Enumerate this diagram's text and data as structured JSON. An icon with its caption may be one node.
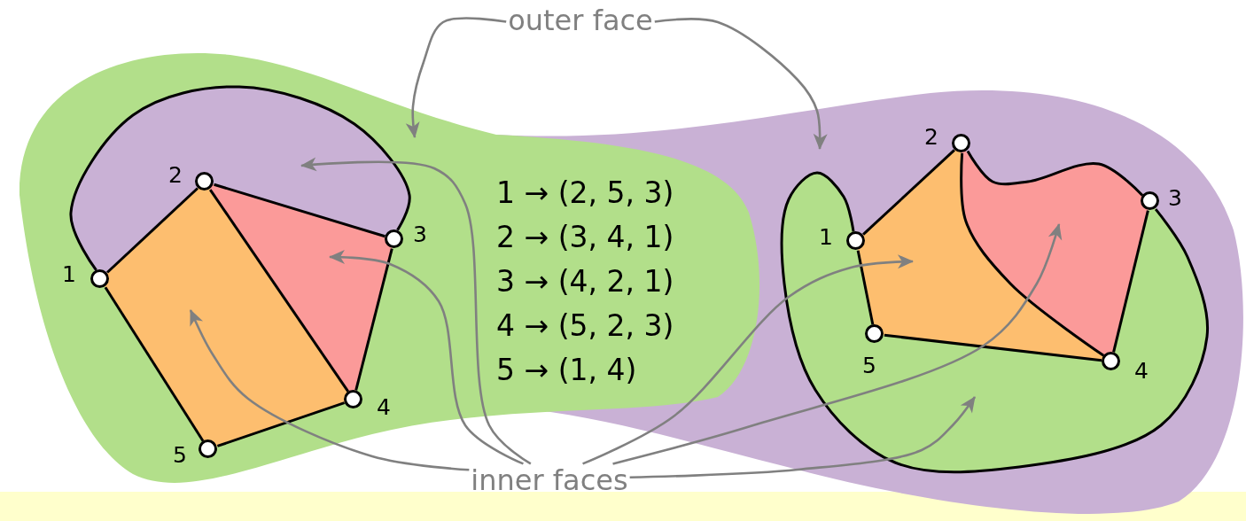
{
  "diagram": {
    "nodes": [
      {
        "text": [
          "outer face"
        ]
      },
      {
        "text": [],
        "shape": "circle",
        "beside": [
          "1"
        ]
      },
      {
        "text": [],
        "shape": "circle",
        "beside": [
          "2"
        ]
      },
      {
        "text": [],
        "shape": "circle",
        "beside": [
          "3"
        ]
      },
      {
        "text": [],
        "shape": "circle",
        "beside": [
          "4"
        ]
      },
      {
        "text": [],
        "shape": "circle",
        "beside": [
          "5"
        ]
      },
      {
        "text": [],
        "shape": "circle",
        "beside": [
          "1"
        ]
      },
      {
        "text": [],
        "shape": "circle",
        "beside": [
          "2"
        ]
      },
      {
        "text": [],
        "shape": "circle",
        "beside": [
          "3"
        ]
      },
      {
        "text": [],
        "shape": "circle",
        "beside": [
          "4"
        ]
      },
      {
        "text": [],
        "shape": "circle",
        "beside": [
          "5"
        ]
      },
      {
        "text": [
          "inner faces"
        ]
      }
    ],
    "edges": [
      {
        "from": 1,
        "to": 2,
        "arrow": "none"
      },
      {
        "from": 2,
        "to": 3,
        "arrow": "none"
      },
      {
        "from": 3,
        "to": 4,
        "arrow": "none"
      },
      {
        "from": 2,
        "to": 4,
        "arrow": "none"
      },
      {
        "from": 4,
        "to": 5,
        "arrow": "none"
      },
      {
        "from": 5,
        "to": 1,
        "arrow": "none"
      },
      {
        "from": 1,
        "to": 3,
        "arrow": "none"
      },
      {
        "from": 6,
        "to": 7,
        "arrow": "none"
      },
      {
        "from": 7,
        "to": 8,
        "arrow": "none"
      },
      {
        "from": 8,
        "to": 9,
        "arrow": "none"
      },
      {
        "from": 7,
        "to": 9,
        "arrow": "none"
      },
      {
        "from": 6,
        "to": 10,
        "arrow": "none"
      },
      {
        "from": 10,
        "to": 9,
        "arrow": "none"
      },
      {
        "from": 6,
        "to": 8,
        "arrow": "none"
      },
      {
        "from": 0,
        "to": null,
        "arrow": "to",
        "color": "#808080"
      },
      {
        "from": 0,
        "to": null,
        "arrow": "to",
        "color": "#808080"
      },
      {
        "from": 11,
        "to": null,
        "arrow": "to",
        "color": "#808080"
      },
      {
        "from": 11,
        "to": null,
        "arrow": "to",
        "color": "#808080"
      },
      {
        "from": 11,
        "to": null,
        "arrow": "to",
        "color": "#808080"
      },
      {
        "from": 11,
        "to": null,
        "arrow": "to",
        "color": "#808080"
      },
      {
        "from": 11,
        "to": null,
        "arrow": "to",
        "color": "#808080"
      },
      {
        "from": 11,
        "to": null,
        "arrow": "to",
        "color": "#808080"
      }
    ],
    "labels": [
      "1 → (2, 5, 3)",
      "2 → (3, 4, 1)",
      "3 → (4, 2, 1)",
      "4 → (5, 2, 3)",
      "5 → (1, 4)"
    ]
  }
}
